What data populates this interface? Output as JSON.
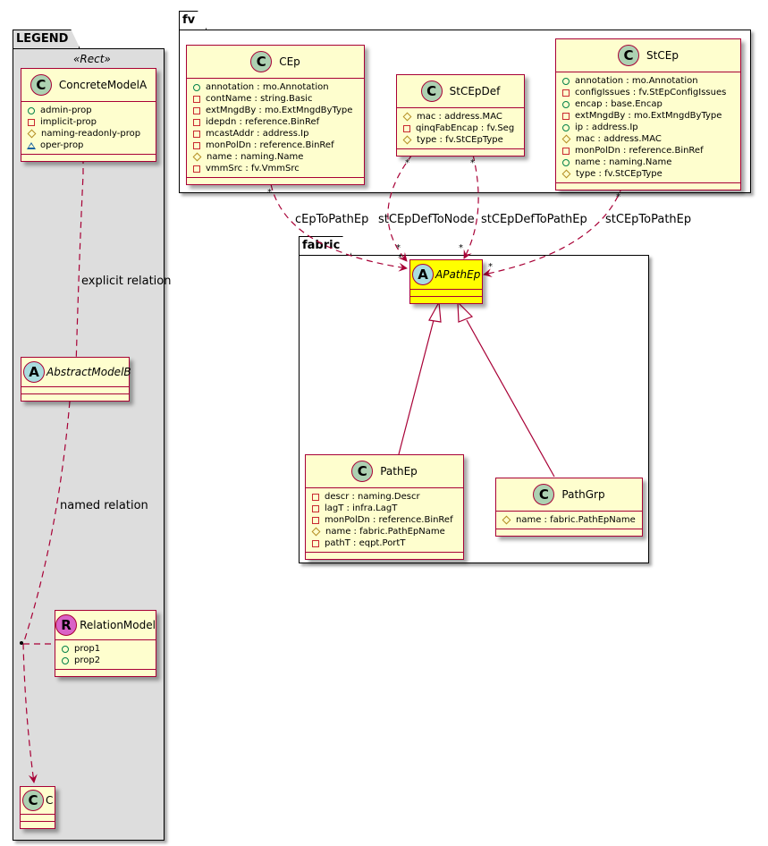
{
  "packages": {
    "legend": {
      "name": "LEGEND",
      "stereotype": "«Rect»"
    },
    "fv": {
      "name": "fv"
    },
    "fabric": {
      "name": "fabric"
    }
  },
  "legend": {
    "concrete": {
      "kind": "C",
      "name": "ConcreteModelA",
      "attrs": [
        {
          "vis": "public",
          "text": "admin-prop"
        },
        {
          "vis": "private",
          "text": "implicit-prop"
        },
        {
          "vis": "protected",
          "text": "naming-readonly-prop"
        },
        {
          "vis": "package",
          "text": "oper-prop"
        }
      ]
    },
    "abstract": {
      "kind": "A",
      "name": "AbstractModelB"
    },
    "relation": {
      "kind": "R",
      "name": "RelationModel",
      "attrs": [
        {
          "vis": "public",
          "text": "prop1"
        },
        {
          "vis": "public",
          "text": "prop2"
        }
      ]
    },
    "c": {
      "kind": "C",
      "name": "C"
    },
    "explicit_label": "explicit relation",
    "named_label": "named relation"
  },
  "classes": {
    "cep": {
      "kind": "C",
      "name": "CEp",
      "attrs": [
        {
          "vis": "public",
          "text": "annotation : mo.Annotation"
        },
        {
          "vis": "private",
          "text": "contName : string.Basic"
        },
        {
          "vis": "private",
          "text": "extMngdBy : mo.ExtMngdByType"
        },
        {
          "vis": "private",
          "text": "idepdn : reference.BinRef"
        },
        {
          "vis": "private",
          "text": "mcastAddr : address.Ip"
        },
        {
          "vis": "private",
          "text": "monPolDn : reference.BinRef"
        },
        {
          "vis": "protected",
          "text": "name : naming.Name"
        },
        {
          "vis": "private",
          "text": "vmmSrc : fv.VmmSrc"
        }
      ]
    },
    "stcepdef": {
      "kind": "C",
      "name": "StCEpDef",
      "attrs": [
        {
          "vis": "protected",
          "text": "mac : address.MAC"
        },
        {
          "vis": "private",
          "text": "qinqFabEncap : fv.Seg"
        },
        {
          "vis": "protected",
          "text": "type : fv.StCEpType"
        }
      ]
    },
    "stcep": {
      "kind": "C",
      "name": "StCEp",
      "attrs": [
        {
          "vis": "public",
          "text": "annotation : mo.Annotation"
        },
        {
          "vis": "private",
          "text": "configIssues : fv.StEpConfigIssues"
        },
        {
          "vis": "public",
          "text": "encap : base.Encap"
        },
        {
          "vis": "private",
          "text": "extMngdBy : mo.ExtMngdByType"
        },
        {
          "vis": "public",
          "text": "ip : address.Ip"
        },
        {
          "vis": "protected",
          "text": "mac : address.MAC"
        },
        {
          "vis": "private",
          "text": "monPolDn : reference.BinRef"
        },
        {
          "vis": "public",
          "text": "name : naming.Name"
        },
        {
          "vis": "protected",
          "text": "type : fv.StCEpType"
        }
      ]
    },
    "apathep": {
      "kind": "A",
      "name": "APathEp"
    },
    "pathep": {
      "kind": "C",
      "name": "PathEp",
      "attrs": [
        {
          "vis": "private",
          "text": "descr : naming.Descr"
        },
        {
          "vis": "private",
          "text": "lagT : infra.LagT"
        },
        {
          "vis": "private",
          "text": "monPolDn : reference.BinRef"
        },
        {
          "vis": "protected",
          "text": "name : fabric.PathEpName"
        },
        {
          "vis": "private",
          "text": "pathT : eqpt.PortT"
        }
      ]
    },
    "pathgrp": {
      "kind": "C",
      "name": "PathGrp",
      "attrs": [
        {
          "vis": "protected",
          "text": "name : fabric.PathEpName"
        }
      ]
    }
  },
  "relations": [
    {
      "from": "CEp",
      "to": "APathEp",
      "label": "cEpToPathEp",
      "from_mult": "*",
      "to_mult": "*"
    },
    {
      "from": "StCEpDef",
      "to": "APathEp",
      "label": "stCEpDefToNode",
      "from_mult": "*",
      "to_mult": "*"
    },
    {
      "from": "StCEpDef",
      "to": "APathEp",
      "label": "stCEpDefToPathEp",
      "from_mult": "*",
      "to_mult": "*"
    },
    {
      "from": "StCEp",
      "to": "APathEp",
      "label": "stCEpToPathEp",
      "from_mult": "*",
      "to_mult": "*"
    },
    {
      "from": "PathEp",
      "to": "APathEp",
      "label": "",
      "type": "inheritance"
    },
    {
      "from": "PathGrp",
      "to": "APathEp",
      "label": "",
      "type": "inheritance"
    }
  ],
  "mult": "*"
}
